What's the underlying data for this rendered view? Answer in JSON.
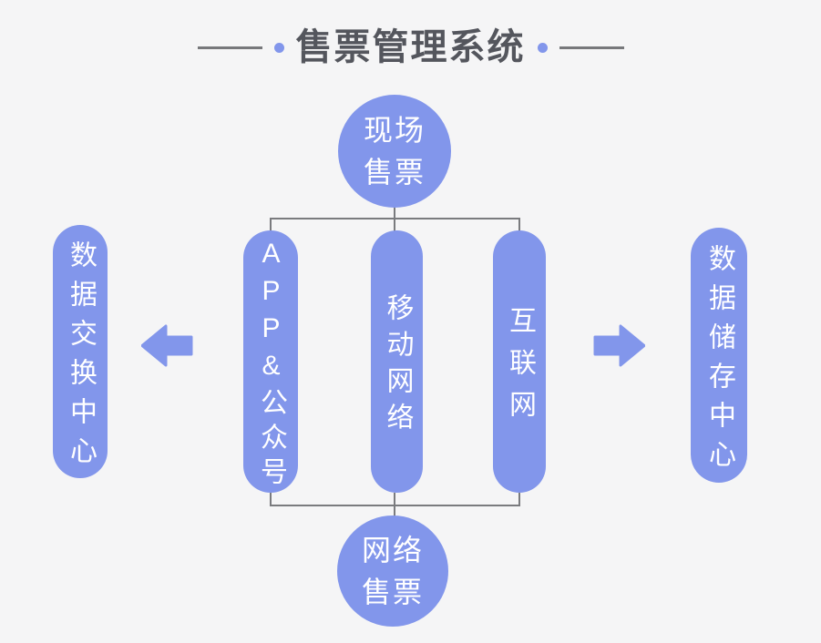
{
  "title": {
    "text": "售票管理系统"
  },
  "nodes": {
    "top_circle": {
      "line1": "现场",
      "line2": "售票"
    },
    "pill_app": {
      "label": "APP&公众号"
    },
    "pill_mobile": {
      "label": "移动网络"
    },
    "pill_internet": {
      "label": "互联网"
    },
    "pill_exchange": {
      "label": "数据交换中心"
    },
    "pill_storage": {
      "label": "数据储存中心"
    },
    "bottom_circle": {
      "line1": "网络",
      "line2": "售票"
    }
  },
  "icons": {
    "arrow_left": "left-block-arrow",
    "arrow_right": "right-block-arrow",
    "title_dots": "bullet-dot"
  },
  "colors": {
    "accent": "#8296EB",
    "background": "#F5F5F6",
    "connector": "#7A7B7E",
    "title_text": "#54565D",
    "node_text": "#FFFFFF"
  }
}
